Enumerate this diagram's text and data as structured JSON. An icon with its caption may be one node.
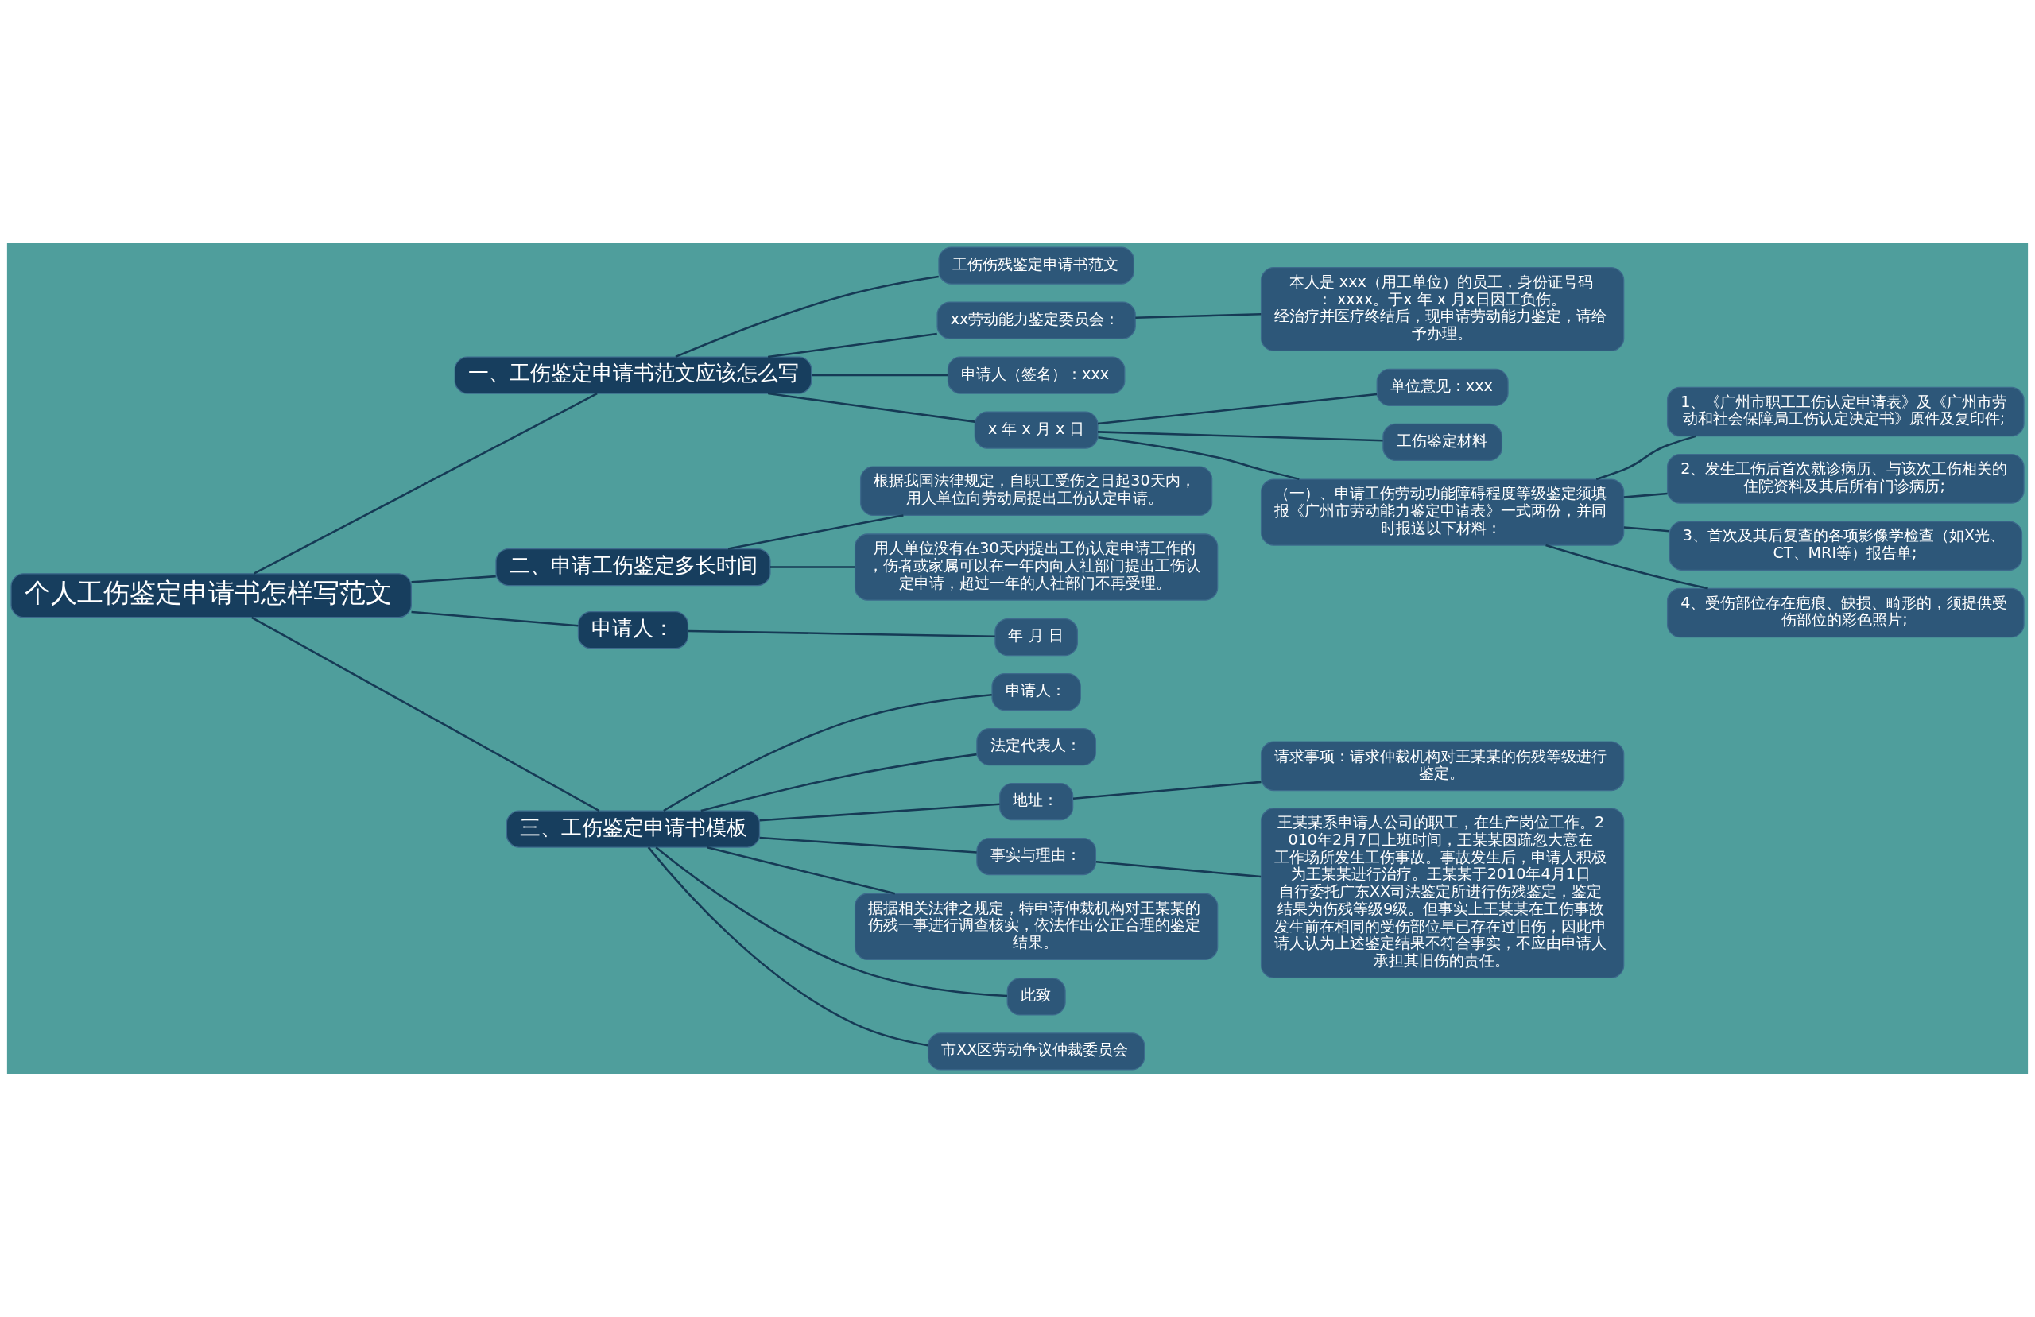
{
  "diagram": {
    "nodes": [
      {
        "text": [
          "个人工伤鉴定申请书怎样写范文"
        ]
      },
      {
        "text": [
          "一、工伤鉴定申请书范文应该怎么写"
        ]
      },
      {
        "text": [
          "工伤伤残鉴定申请书范文"
        ]
      },
      {
        "text": [
          "xx劳动能力鉴定委员会："
        ]
      },
      {
        "text": [
          "本人是 xxx（用工单位）的员工，身份证号码： xxxx。于x 年 x 月x日因工负伤。经治疗并医疗终结后，现申请劳动能力鉴定，请给予办理。"
        ]
      },
      {
        "text": [
          "申请人（签名）：xxx"
        ]
      },
      {
        "text": [
          "x 年 x 月 x 日"
        ]
      },
      {
        "text": [
          "单位意见：xxx"
        ]
      },
      {
        "text": [
          "工伤鉴定材料"
        ]
      },
      {
        "text": [
          "（一）、申请工伤劳动功能障碍程度等级鉴定须填报《广州市劳动能力鉴定申请表》一式两份，并同时报送以下材料："
        ]
      },
      {
        "text": [
          "1、《广州市职工工伤认定申请表》及《广州市劳动和社会保障局工伤认定决定书》原件及复印件;"
        ]
      },
      {
        "text": [
          "2、发生工伤后首次就诊病历、与该次工伤相关的住院资料及其后所有门诊病历;"
        ]
      },
      {
        "text": [
          "3、首次及其后复查的各项影像学检查（如X光、CT、MRI等）报告单;"
        ]
      },
      {
        "text": [
          "4、受伤部位存在疤痕、缺损、畸形的，须提供受伤部位的彩色照片;"
        ]
      },
      {
        "text": [
          "二、申请工伤鉴定多长时间"
        ]
      },
      {
        "text": [
          "根据我国法律规定，自职工受伤之日起30天内，用人单位向劳动局提出工伤认定申请。"
        ]
      },
      {
        "text": [
          "用人单位没有在30天内提出工伤认定申请工作的，伤者或家属可以在一年内向人社部门提出工伤认定申请，超过一年的人社部门不再受理。"
        ]
      },
      {
        "text": [
          "申请人："
        ]
      },
      {
        "text": [
          "年 月 日"
        ]
      },
      {
        "text": [
          "三、工伤鉴定申请书模板"
        ]
      },
      {
        "text": [
          "申请人："
        ]
      },
      {
        "text": [
          "法定代表人："
        ]
      },
      {
        "text": [
          "地址："
        ]
      },
      {
        "text": [
          "请求事项：请求仲裁机构对王某某的伤残等级进行鉴定。"
        ]
      },
      {
        "text": [
          "事实与理由："
        ]
      },
      {
        "text": [
          "王某某系申请人公司的职工，在生产岗位工作。2010年2月7日上班时间，王某某因疏忽大意在工作场所发生工伤事故。事故发生后，申请人积极为王某某进行治疗。王某某于2010年4月1日自行委托广东XX司法鉴定所进行伤残鉴定，鉴定结果为伤残等级9级。但事实上王某某在工伤事故发生前在相同的受伤部位早已存在过旧伤，因此申请人认为上述鉴定结果不符合事实，不应由申请人承担其旧伤的责任。"
        ]
      },
      {
        "text": [
          "据据相关法律之规定，特申请仲裁机构对王某某的伤残一事进行调查核实，依法作出公正合理的鉴定结果。"
        ]
      },
      {
        "text": [
          "此致"
        ]
      },
      {
        "text": [
          "市XX区劳动争议仲裁委员会"
        ]
      }
    ],
    "edges": [
      {
        "from": 0,
        "to": 1,
        "arrow": "none"
      },
      {
        "from": 1,
        "to": 2,
        "arrow": "none"
      },
      {
        "from": 1,
        "to": 3,
        "arrow": "none"
      },
      {
        "from": 3,
        "to": 4,
        "arrow": "none"
      },
      {
        "from": 1,
        "to": 5,
        "arrow": "none"
      },
      {
        "from": 1,
        "to": 6,
        "arrow": "none"
      },
      {
        "from": 6,
        "to": 7,
        "arrow": "none"
      },
      {
        "from": 6,
        "to": 8,
        "arrow": "none"
      },
      {
        "from": 6,
        "to": 9,
        "arrow": "none"
      },
      {
        "from": 9,
        "to": 10,
        "arrow": "none"
      },
      {
        "from": 9,
        "to": 11,
        "arrow": "none"
      },
      {
        "from": 9,
        "to": 12,
        "arrow": "none"
      },
      {
        "from": 9,
        "to": 13,
        "arrow": "none"
      },
      {
        "from": 0,
        "to": 14,
        "arrow": "none"
      },
      {
        "from": 14,
        "to": 15,
        "arrow": "none"
      },
      {
        "from": 14,
        "to": 16,
        "arrow": "none"
      },
      {
        "from": 0,
        "to": 17,
        "arrow": "none"
      },
      {
        "from": 17,
        "to": 18,
        "arrow": "none"
      },
      {
        "from": 0,
        "to": 19,
        "arrow": "none"
      },
      {
        "from": 19,
        "to": 20,
        "arrow": "none"
      },
      {
        "from": 19,
        "to": 21,
        "arrow": "none"
      },
      {
        "from": 19,
        "to": 22,
        "arrow": "none"
      },
      {
        "from": 22,
        "to": 23,
        "arrow": "none"
      },
      {
        "from": 19,
        "to": 24,
        "arrow": "none"
      },
      {
        "from": 24,
        "to": 25,
        "arrow": "none"
      },
      {
        "from": 19,
        "to": 26,
        "arrow": "none"
      },
      {
        "from": 19,
        "to": 27,
        "arrow": "none"
      },
      {
        "from": 19,
        "to": 28,
        "arrow": "none"
      }
    ]
  }
}
